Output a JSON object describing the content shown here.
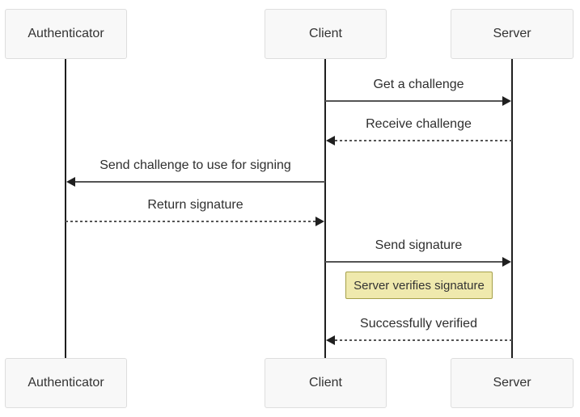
{
  "diagram": {
    "type": "sequence-diagram",
    "actors": {
      "authenticator": {
        "label": "Authenticator"
      },
      "client": {
        "label": "Client"
      },
      "server": {
        "label": "Server"
      }
    },
    "messages": [
      {
        "label": "Get a challenge",
        "from": "Client",
        "to": "Server",
        "line": "solid",
        "direction": "right"
      },
      {
        "label": "Receive challenge",
        "from": "Server",
        "to": "Client",
        "line": "dotted",
        "direction": "left"
      },
      {
        "label": "Send challenge to use for signing",
        "from": "Client",
        "to": "Authenticator",
        "line": "solid",
        "direction": "left"
      },
      {
        "label": "Return signature",
        "from": "Authenticator",
        "to": "Client",
        "line": "dotted",
        "direction": "right"
      },
      {
        "label": "Send signature",
        "from": "Client",
        "to": "Server",
        "line": "solid",
        "direction": "right"
      },
      {
        "label": "Successfully verified",
        "from": "Server",
        "to": "Client",
        "line": "dotted",
        "direction": "left"
      }
    ],
    "note": {
      "label": "Server verifies signature",
      "position": "between Client and Server"
    },
    "colors": {
      "background": "#ffffff",
      "actor_fill": "#f8f8f8",
      "actor_border": "#dedede",
      "lifeline": "#1f1f1f",
      "message_line": "#545454",
      "arrowhead": "#1f1f1f",
      "text": "#333333",
      "note_fill": "#efe9ad",
      "note_border": "#a5a049"
    }
  }
}
